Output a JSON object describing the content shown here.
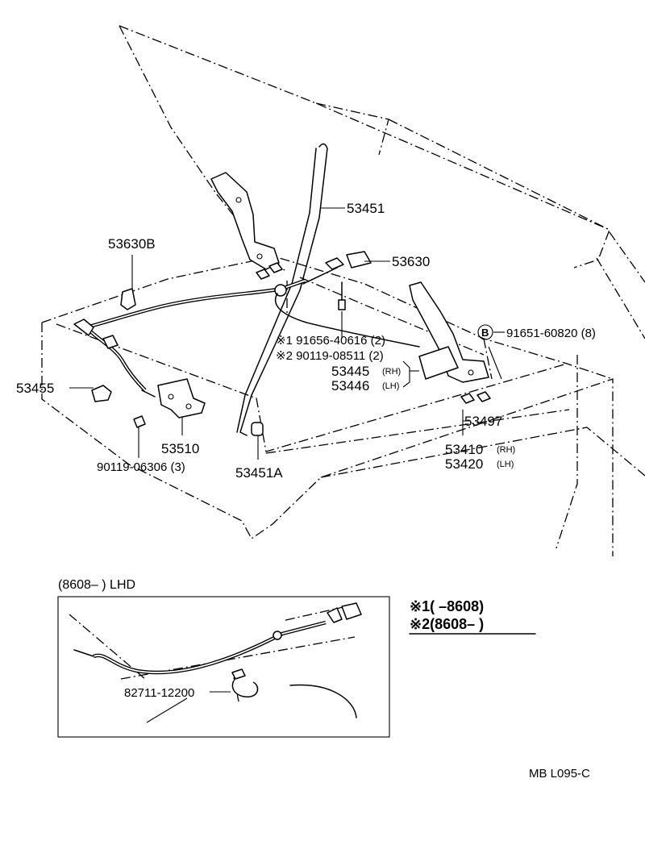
{
  "labels": {
    "p53451": "53451",
    "p53630B": "53630B",
    "p53630": "53630",
    "star1": "※1 91656-40616 (2)",
    "star2": "※2 90119-08511 (2)",
    "p53445": "53445",
    "p53445_side": "(RH)",
    "p53446": "53446",
    "p53446_side": "(LH)",
    "p53455": "53455",
    "p53497": "53497",
    "p53410": "53410",
    "p53410_side": "(RH)",
    "p53420": "53420",
    "p53420_side": "(LH)",
    "p53510": "53510",
    "bolt": "90119-06306 (3)",
    "p53451A": "53451A",
    "b_marker": "B",
    "b_part": "91651-60820 (8)"
  },
  "inset": {
    "header": "(8608–        ) LHD",
    "clamp": "82711-12200"
  },
  "legend": {
    "line1": "※1(       –8608)",
    "line2": "※2(8608–       )"
  },
  "footer": {
    "code": "MB   L095-C"
  }
}
